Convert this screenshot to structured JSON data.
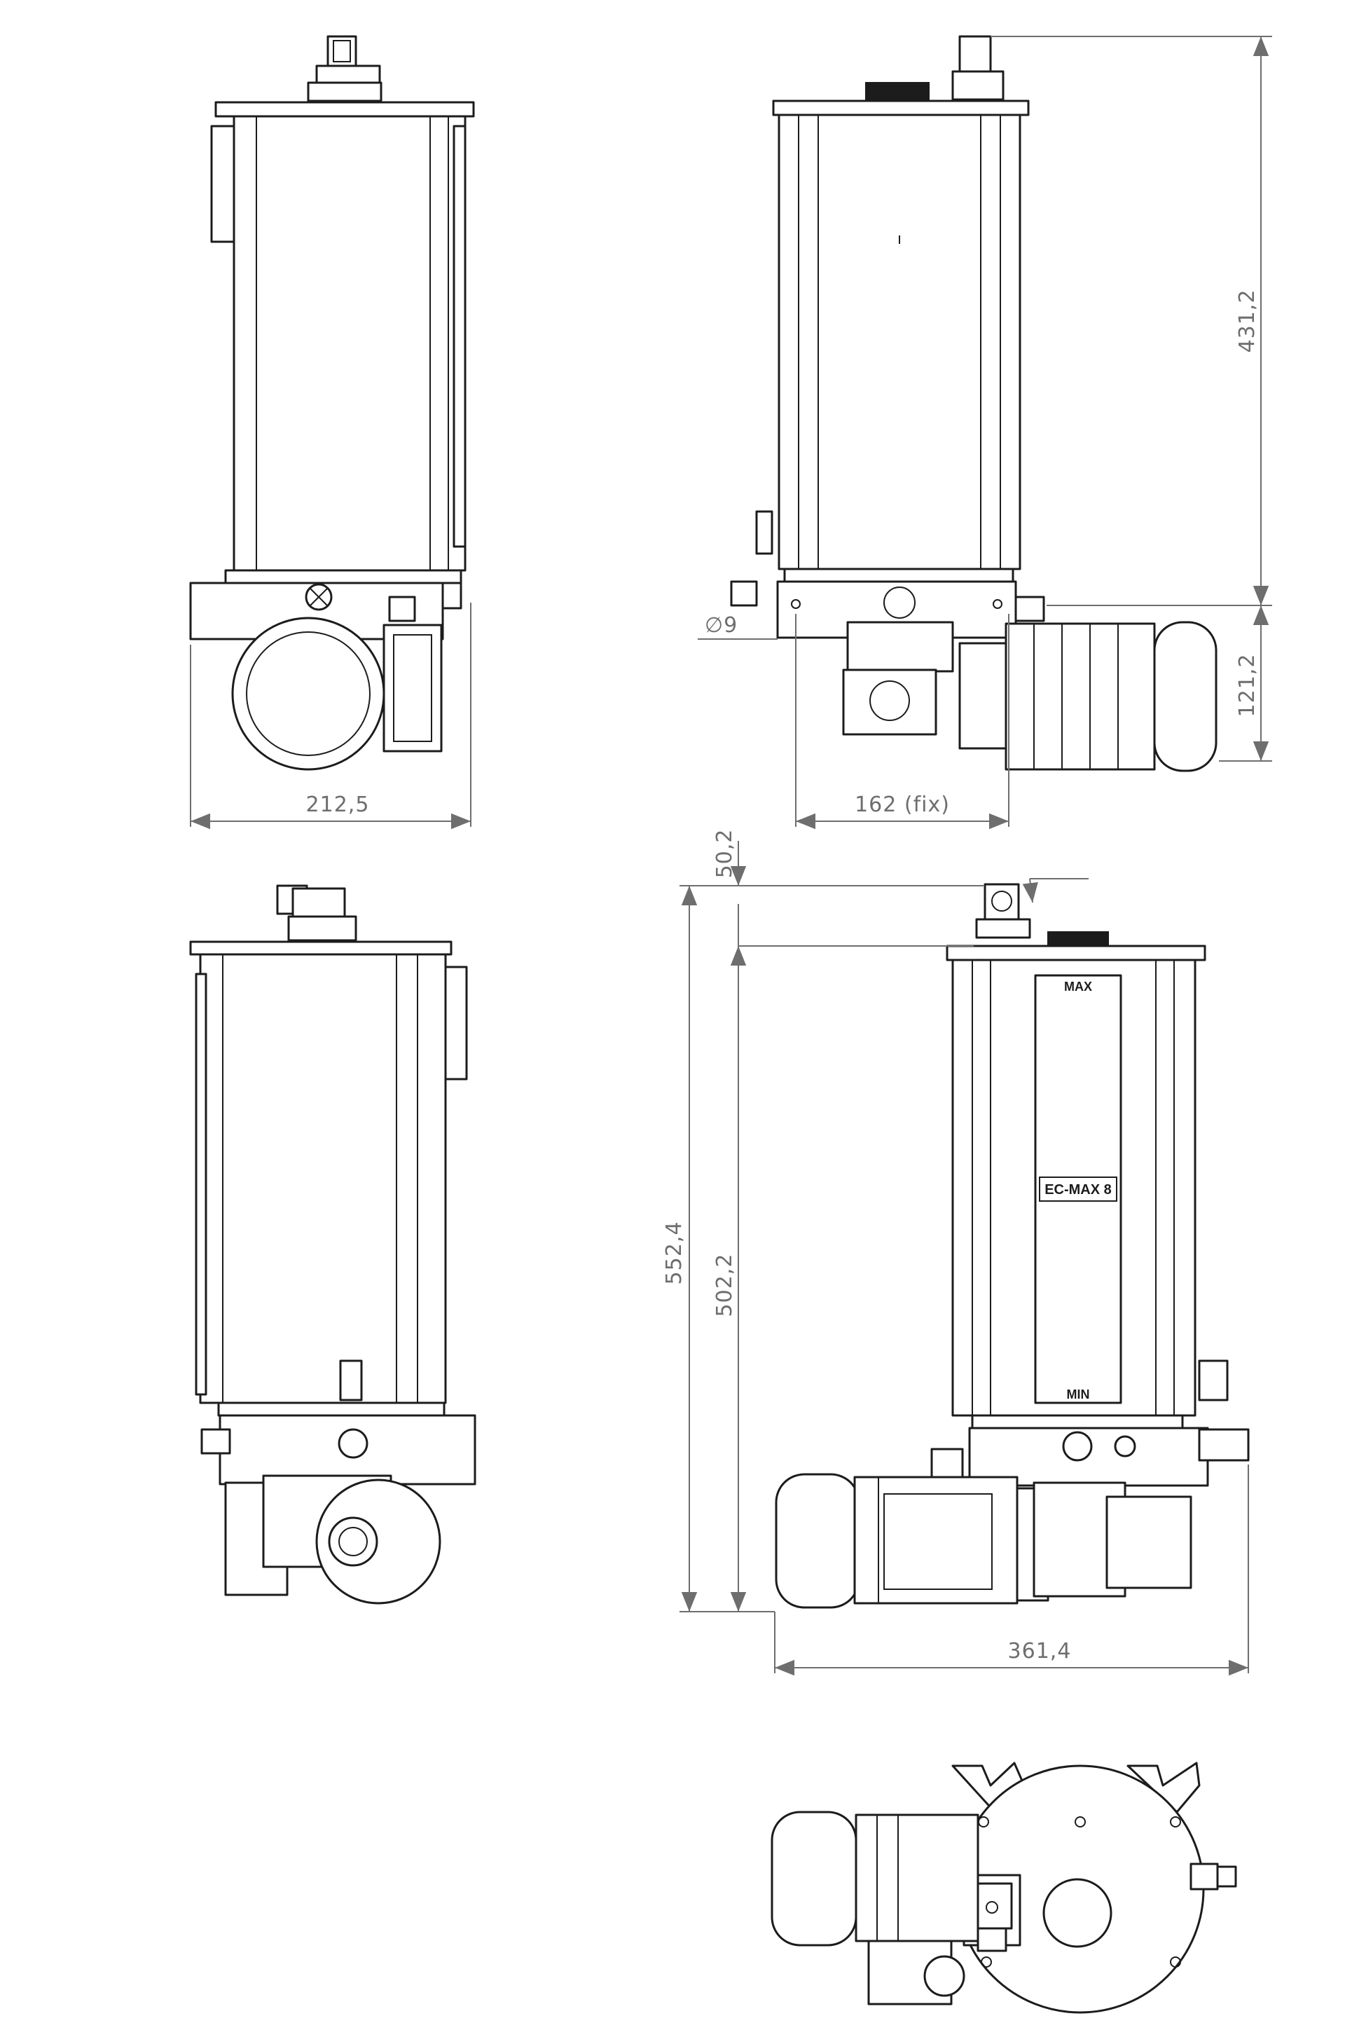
{
  "dimensions": {
    "width_side": "212,5",
    "height_reservoir": "431,2",
    "height_drive": "121,2",
    "port_diameter": "∅9",
    "fixing_distance": "162 (fix)",
    "cap_height": "50,2",
    "height_total": "552,4",
    "height_body": "502,2",
    "width_total": "361,4"
  },
  "labels": {
    "model": "EC-MAX 8",
    "level_max": "MAX",
    "level_min": "MIN"
  },
  "colors": {
    "line": "#1c1c1c",
    "dimension": "#6e6e6e",
    "background": "#ffffff"
  }
}
